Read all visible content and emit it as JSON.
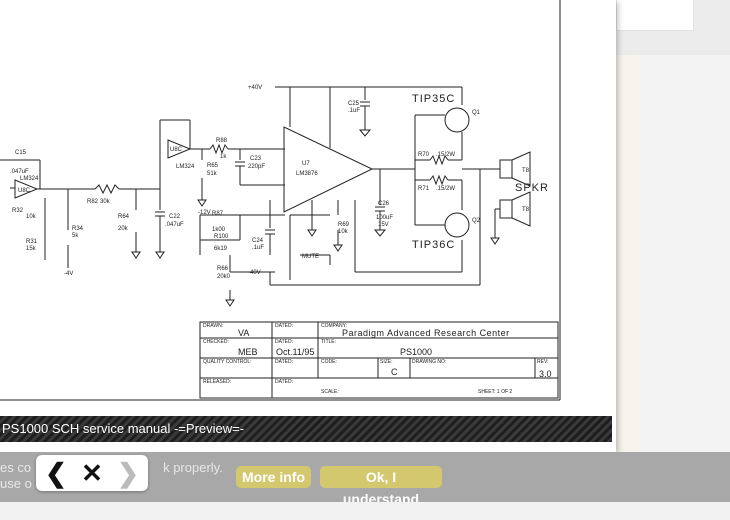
{
  "schematic": {
    "part_labels": {
      "c15": "C15",
      "c15_val": ".047uF",
      "u8c": "U8C",
      "lm324_a": "LM324",
      "r32": "R32",
      "r32_val": "10k",
      "r31": "R31",
      "r31_val": "15k",
      "r82": "R82",
      "r82_val": "30k",
      "r34": "R34",
      "r34_val": "5k",
      "r64": "R64",
      "r64_val": "20k",
      "minus4v": "-4V",
      "u8c2": "U8C",
      "lm324_b": "LM324",
      "r88": "R88",
      "r88_val": "1k",
      "r65": "R65",
      "r65_val": "51k",
      "c23": "C23",
      "c23_val": "220pF",
      "c22": "C22",
      "c22_val": ".047uF",
      "minus12v": "-12V",
      "plus40v": "+40V",
      "c25": "C25",
      "c25_val": ".1uF",
      "u7": "U7",
      "lm3876": "LM3876",
      "r87": "R87",
      "r87_val": "1k00",
      "r100": "R100",
      "r100_val": "6k19",
      "c24": "C24",
      "c24_val": ".1uF",
      "r69": "R69",
      "r69_val": "10k",
      "c26": "C26",
      "c26_val": "100uF",
      "c26_v": "15V",
      "mute": "MUTE",
      "r66": "R66",
      "r66_val": "20k0",
      "minus40v": "-40V",
      "r70": "R70",
      "r70_val": ".15/2W",
      "r71": "R71",
      "r71_val": ".15/2W",
      "tip35c": "TIP35C",
      "tip36c": "TIP36C",
      "q1": "Q1",
      "q2": "Q2",
      "spkr": "SPKR",
      "t8a": "T8",
      "t8b": "T8"
    },
    "title_block": {
      "drawn_label": "DRAWN:",
      "drawn_value": "VA",
      "dated_label1": "DATED:",
      "company_label": "COMPANY:",
      "company_value": "Paradigm Advanced Research Center",
      "checked_label": "CHECKED:",
      "checked_value": "MEB",
      "dated_label2": "DATED:",
      "dated_value": "Oct.11/95",
      "title_label": "TITLE:",
      "title_value": "PS1000",
      "quality_label": "QUALITY CONTROL:",
      "dated_label3": "DATED:",
      "code_label": "CODE:",
      "size_label": "SIZE:",
      "size_value": "C",
      "drawing_no_label": "DRAWING NO:",
      "rev_label": "REV:",
      "rev_value": "3.0",
      "released_label": "RELEASED:",
      "dated_label4": "DATED:",
      "scale_label": "SCALE:",
      "sheet_label": "SHEET: 1   OF 2"
    }
  },
  "preview_bar": {
    "title": "PS1000 SCH service manual -=Preview=-"
  },
  "cookie": {
    "line1": "es co",
    "line1_tail": "k properly.",
    "line2": "use o",
    "more_info": "More info",
    "ok": "Ok, I understand"
  },
  "nav": {
    "prev": "❮",
    "close": "✕",
    "next": "❯"
  }
}
